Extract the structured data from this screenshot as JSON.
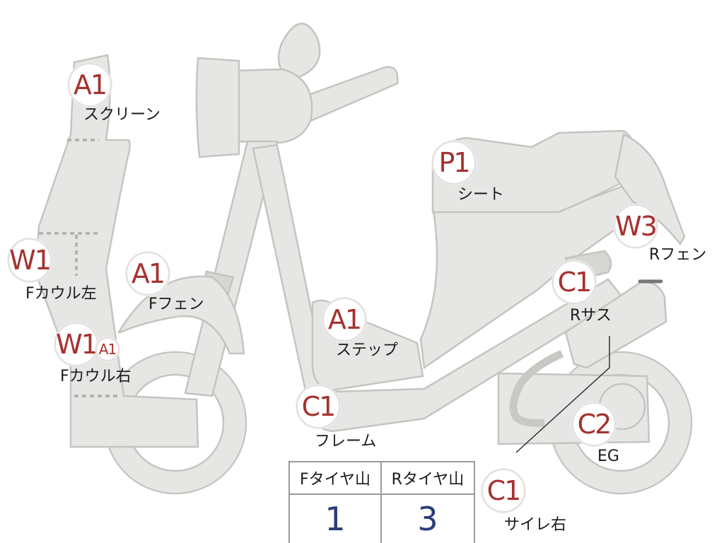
{
  "markers": [
    {
      "id": "screen",
      "badge": "A1",
      "label": "スクリーン"
    },
    {
      "id": "seat",
      "badge": "P1",
      "label": "シート"
    },
    {
      "id": "rear-fender",
      "badge": "W3",
      "label": "Rフェン"
    },
    {
      "id": "cowl-left",
      "badge": "W1",
      "label": "Fカウル左"
    },
    {
      "id": "front-fender",
      "badge": "A1",
      "label": "Fフェン"
    },
    {
      "id": "rear-suspension",
      "badge": "C1",
      "label": "Rサス"
    },
    {
      "id": "step",
      "badge": "A1",
      "label": "ステップ"
    },
    {
      "id": "cowl-right",
      "badge": "W1",
      "extra_badge": "A1",
      "label": "Fカウル右"
    },
    {
      "id": "frame",
      "badge": "C1",
      "label": "フレーム"
    },
    {
      "id": "engine",
      "badge": "C2",
      "label": "EG"
    },
    {
      "id": "muffler-right",
      "badge": "C1",
      "label": "サイレ右"
    }
  ],
  "tire_table": {
    "headers": [
      "Fタイヤ山",
      "Rタイヤ山"
    ],
    "values": [
      "1",
      "3"
    ]
  },
  "colors": {
    "part_fill": "#e6e6e4",
    "part_stroke": "#c4c4c0",
    "badge_text": "#a5322f",
    "table_value": "#2b3d7a"
  }
}
